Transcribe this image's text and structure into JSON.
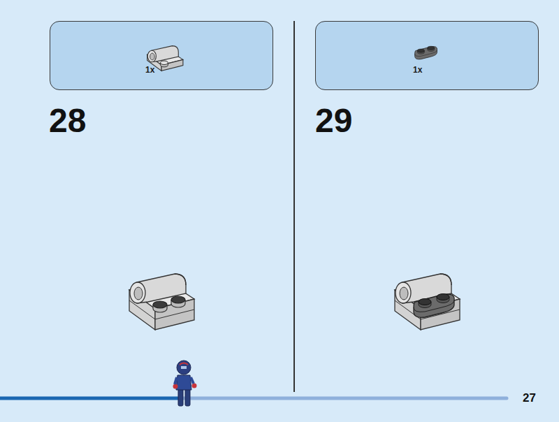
{
  "diagram": {
    "nodes": [
      {
        "text": [
          "1x"
        ]
      },
      {
        "text": [
          "1x"
        ]
      }
    ],
    "labels": [
      "28",
      "29",
      "27"
    ]
  }
}
